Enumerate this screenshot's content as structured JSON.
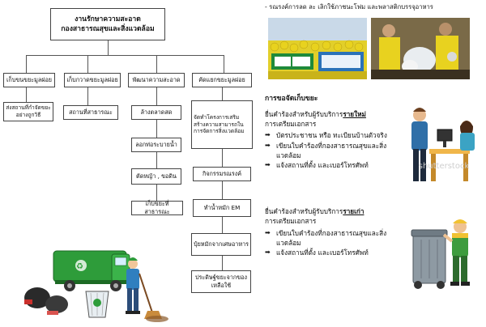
{
  "org": {
    "title_line1": "งานรักษาความสะอาด",
    "title_line2": "กองสาธารณสุขและสิ่งแวดล้อม"
  },
  "branches": [
    {
      "label": "เก็บขนขยะมูลฝอย",
      "children": [
        "ส่งสถานที่กำจัดขยะอย่างถูกวิธี"
      ]
    },
    {
      "label": "เก็บกวาดขยะมูลฝอย",
      "children": [
        "สถานที่สาธารณะ"
      ]
    },
    {
      "label": "พัฒนาความสะอาด",
      "children": [
        "ล้างตลาดสด",
        "ลอกท่อระบายน้ำ",
        "ตัดหญ้า , ขอดิน",
        "เก็บขยะที่สาธารณะ"
      ]
    },
    {
      "label": "คัดแยกขยะมูลฝอย",
      "children": [
        "จัดทำโครงการเสริมสร้างความสามารถในการจัดการสิ่งแวดล้อม",
        "กิจกรรมรณรงค์",
        "ทำน้ำหมัก EM",
        "ปุ๋ยหมักจากเศษอาหาร",
        "ประดิษฐ์ขยะจากของเหลือใช้"
      ]
    }
  ],
  "campaign": {
    "caption": "- รณรงค์การลด ละ เลิกใช้ภาชนะโฟม และพลาสติกบรรจุอาหาร"
  },
  "request": {
    "heading": "การขอจัดเก็บขยะ",
    "new_intro": "ยื่นคำร้องสำหรับผู้รับบริการ",
    "new_highlight": "รายใหม่",
    "new_prep": "การเตรียมเอกสาร",
    "new_items": [
      "บัตรประชาชน หรือ ทะเบียนบ้านตัวจริง",
      "เขียนใบคำร้องที่กองสาธารณสุขและสิ่งแวดล้อม",
      "แจ้งสถานที่ตั้ง และเบอร์โทรศัพท์"
    ],
    "old_intro": "ยื่นคำร้องสำหรับผู้รับบริการ",
    "old_highlight": "รายเก่า",
    "old_prep": "การเตรียมเอกสาร",
    "old_items": [
      "เขียนใบคำร้องที่กองสาธารณสุขและสิ่งแวดล้อม",
      "แจ้งสถานที่ตั้ง และเบอร์โทรศัพท์"
    ],
    "watermark": "shutterstock"
  },
  "colors": {
    "truck_green": "#2e9c3a",
    "crowd_yellow": "#e8d21f",
    "banner_green": "#1f8a3a"
  },
  "icons": {
    "bullet": "arrow-right-icon"
  }
}
